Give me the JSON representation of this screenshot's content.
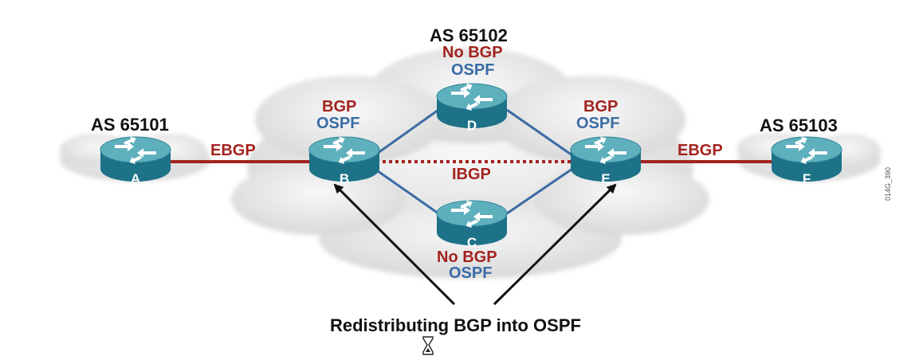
{
  "as_labels": {
    "left": "AS 65101",
    "middle": "AS 65102",
    "right": "AS 65103"
  },
  "routers": {
    "A": {
      "name": "A"
    },
    "B": {
      "name": "B",
      "line1": "BGP",
      "line2": "OSPF"
    },
    "C": {
      "name": "C",
      "line1": "No BGP",
      "line2": "OSPF"
    },
    "D": {
      "name": "D",
      "line1": "No BGP",
      "line2": "OSPF"
    },
    "E": {
      "name": "E",
      "line1": "BGP",
      "line2": "OSPF"
    },
    "F": {
      "name": "F"
    }
  },
  "links": {
    "ab": "EBGP",
    "be": "IBGP",
    "ef": "EBGP"
  },
  "caption": "Redistributing BGP into OSPF",
  "figure_id": "014G_390",
  "colors": {
    "red": "#a3231f",
    "blue": "#3a6ba6",
    "router_top": "#5fb0bd",
    "router_side": "#1d7288"
  },
  "status_icon": "hourglass-icon"
}
